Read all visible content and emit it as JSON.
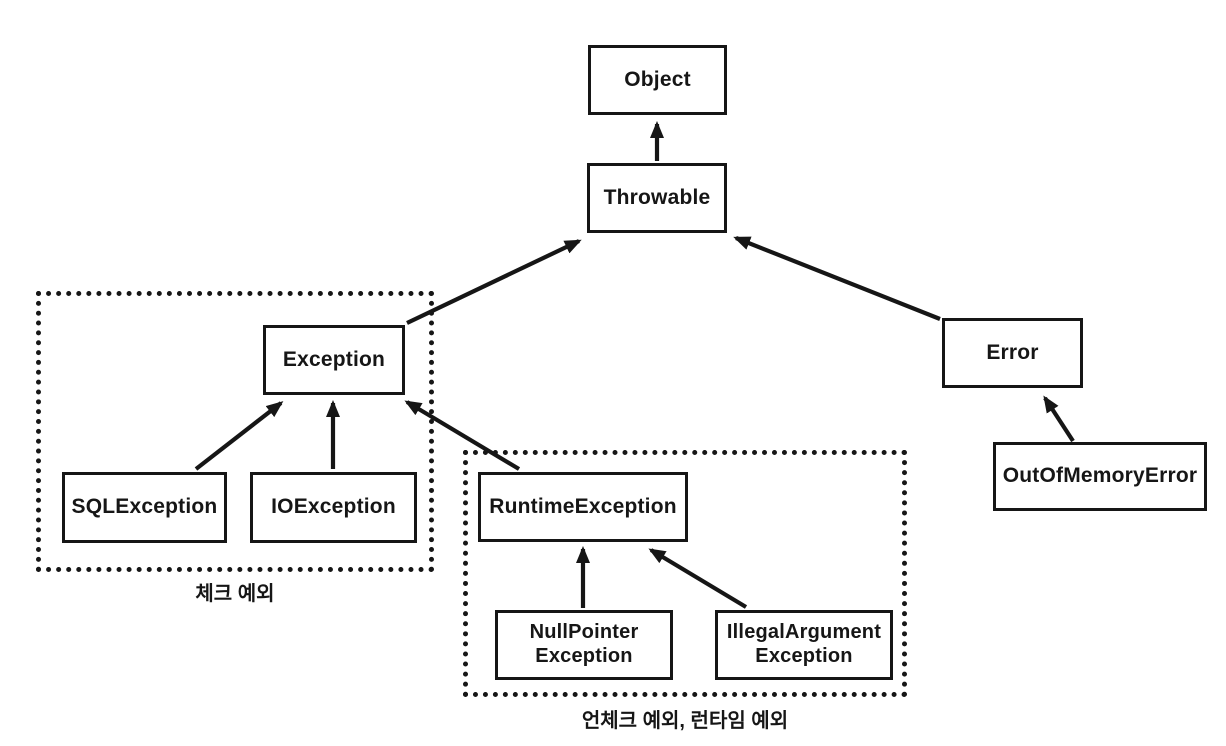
{
  "diagram": {
    "type": "class-hierarchy",
    "background": "#ffffff",
    "ink_color": "#161616",
    "nodes": [
      {
        "id": "object",
        "label": "Object"
      },
      {
        "id": "throwable",
        "label": "Throwable"
      },
      {
        "id": "exception",
        "label": "Exception"
      },
      {
        "id": "error",
        "label": "Error"
      },
      {
        "id": "sql-exception",
        "label": "SQLException"
      },
      {
        "id": "io-exception",
        "label": "IOException"
      },
      {
        "id": "runtime-exception",
        "label": "RuntimeException"
      },
      {
        "id": "null-pointer-exception",
        "label": "NullPointer\nException"
      },
      {
        "id": "illegal-argument-exception",
        "label": "IllegalArgument\nException"
      },
      {
        "id": "out-of-memory-error",
        "label": "OutOfMemoryError"
      }
    ],
    "edges": [
      {
        "from": "Throwable",
        "to": "Object"
      },
      {
        "from": "Exception",
        "to": "Throwable"
      },
      {
        "from": "Error",
        "to": "Throwable"
      },
      {
        "from": "SQLException",
        "to": "Exception"
      },
      {
        "from": "IOException",
        "to": "Exception"
      },
      {
        "from": "RuntimeException",
        "to": "Exception"
      },
      {
        "from": "NullPointerException",
        "to": "RuntimeException"
      },
      {
        "from": "IllegalArgumentException",
        "to": "RuntimeException"
      },
      {
        "from": "OutOfMemoryError",
        "to": "Error"
      }
    ],
    "groups": [
      {
        "id": "checked",
        "label": "체크 예외"
      },
      {
        "id": "unchecked",
        "label": "언체크 예외, 런타임 예외"
      }
    ]
  }
}
